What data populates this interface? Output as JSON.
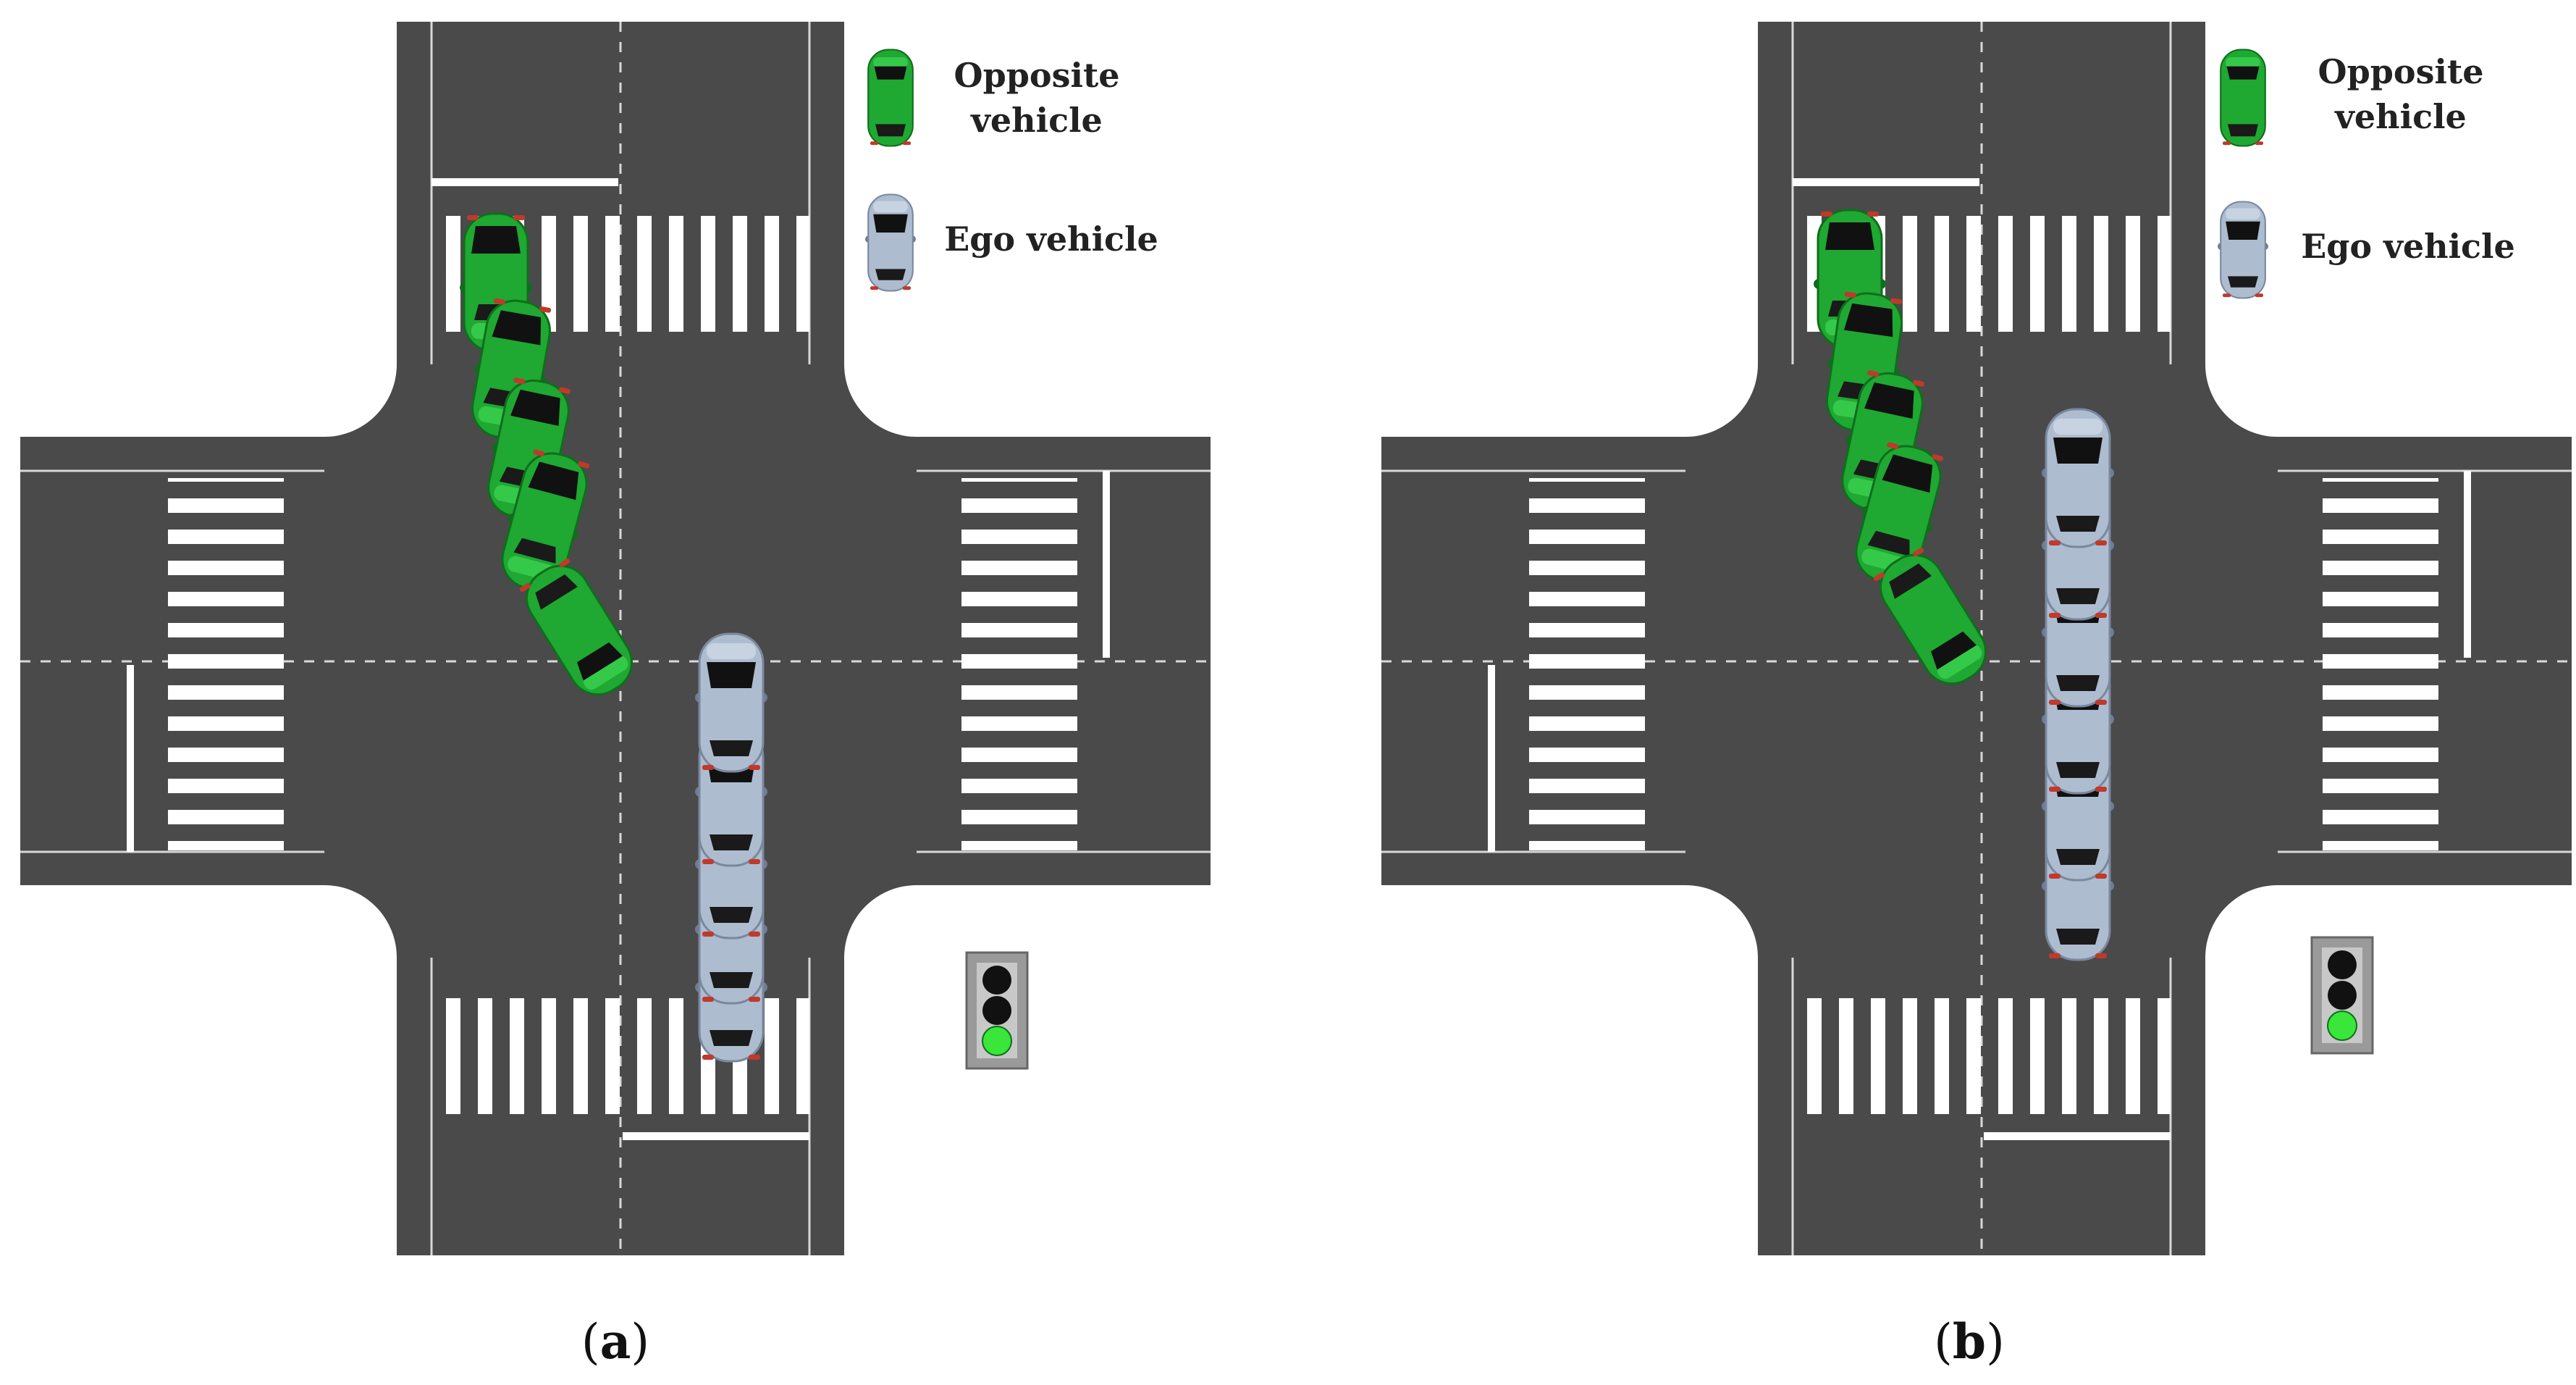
{
  "colors": {
    "road": "#4a4a4a",
    "marking": "#ffffff",
    "opposite_vehicle": "#1fa832",
    "ego_vehicle": "#aebcd0",
    "light_green": "#39e639",
    "light_off": "#111111"
  },
  "legend": {
    "opposite_line1": "Opposite",
    "opposite_line2": "vehicle",
    "ego": "Ego vehicle"
  },
  "panels": [
    {
      "caption_prefix": "(",
      "caption_letter": "a",
      "caption_suffix": ")",
      "traffic_light_state": "green"
    },
    {
      "caption_prefix": "(",
      "caption_letter": "b",
      "caption_suffix": ")",
      "traffic_light_state": "green"
    }
  ]
}
